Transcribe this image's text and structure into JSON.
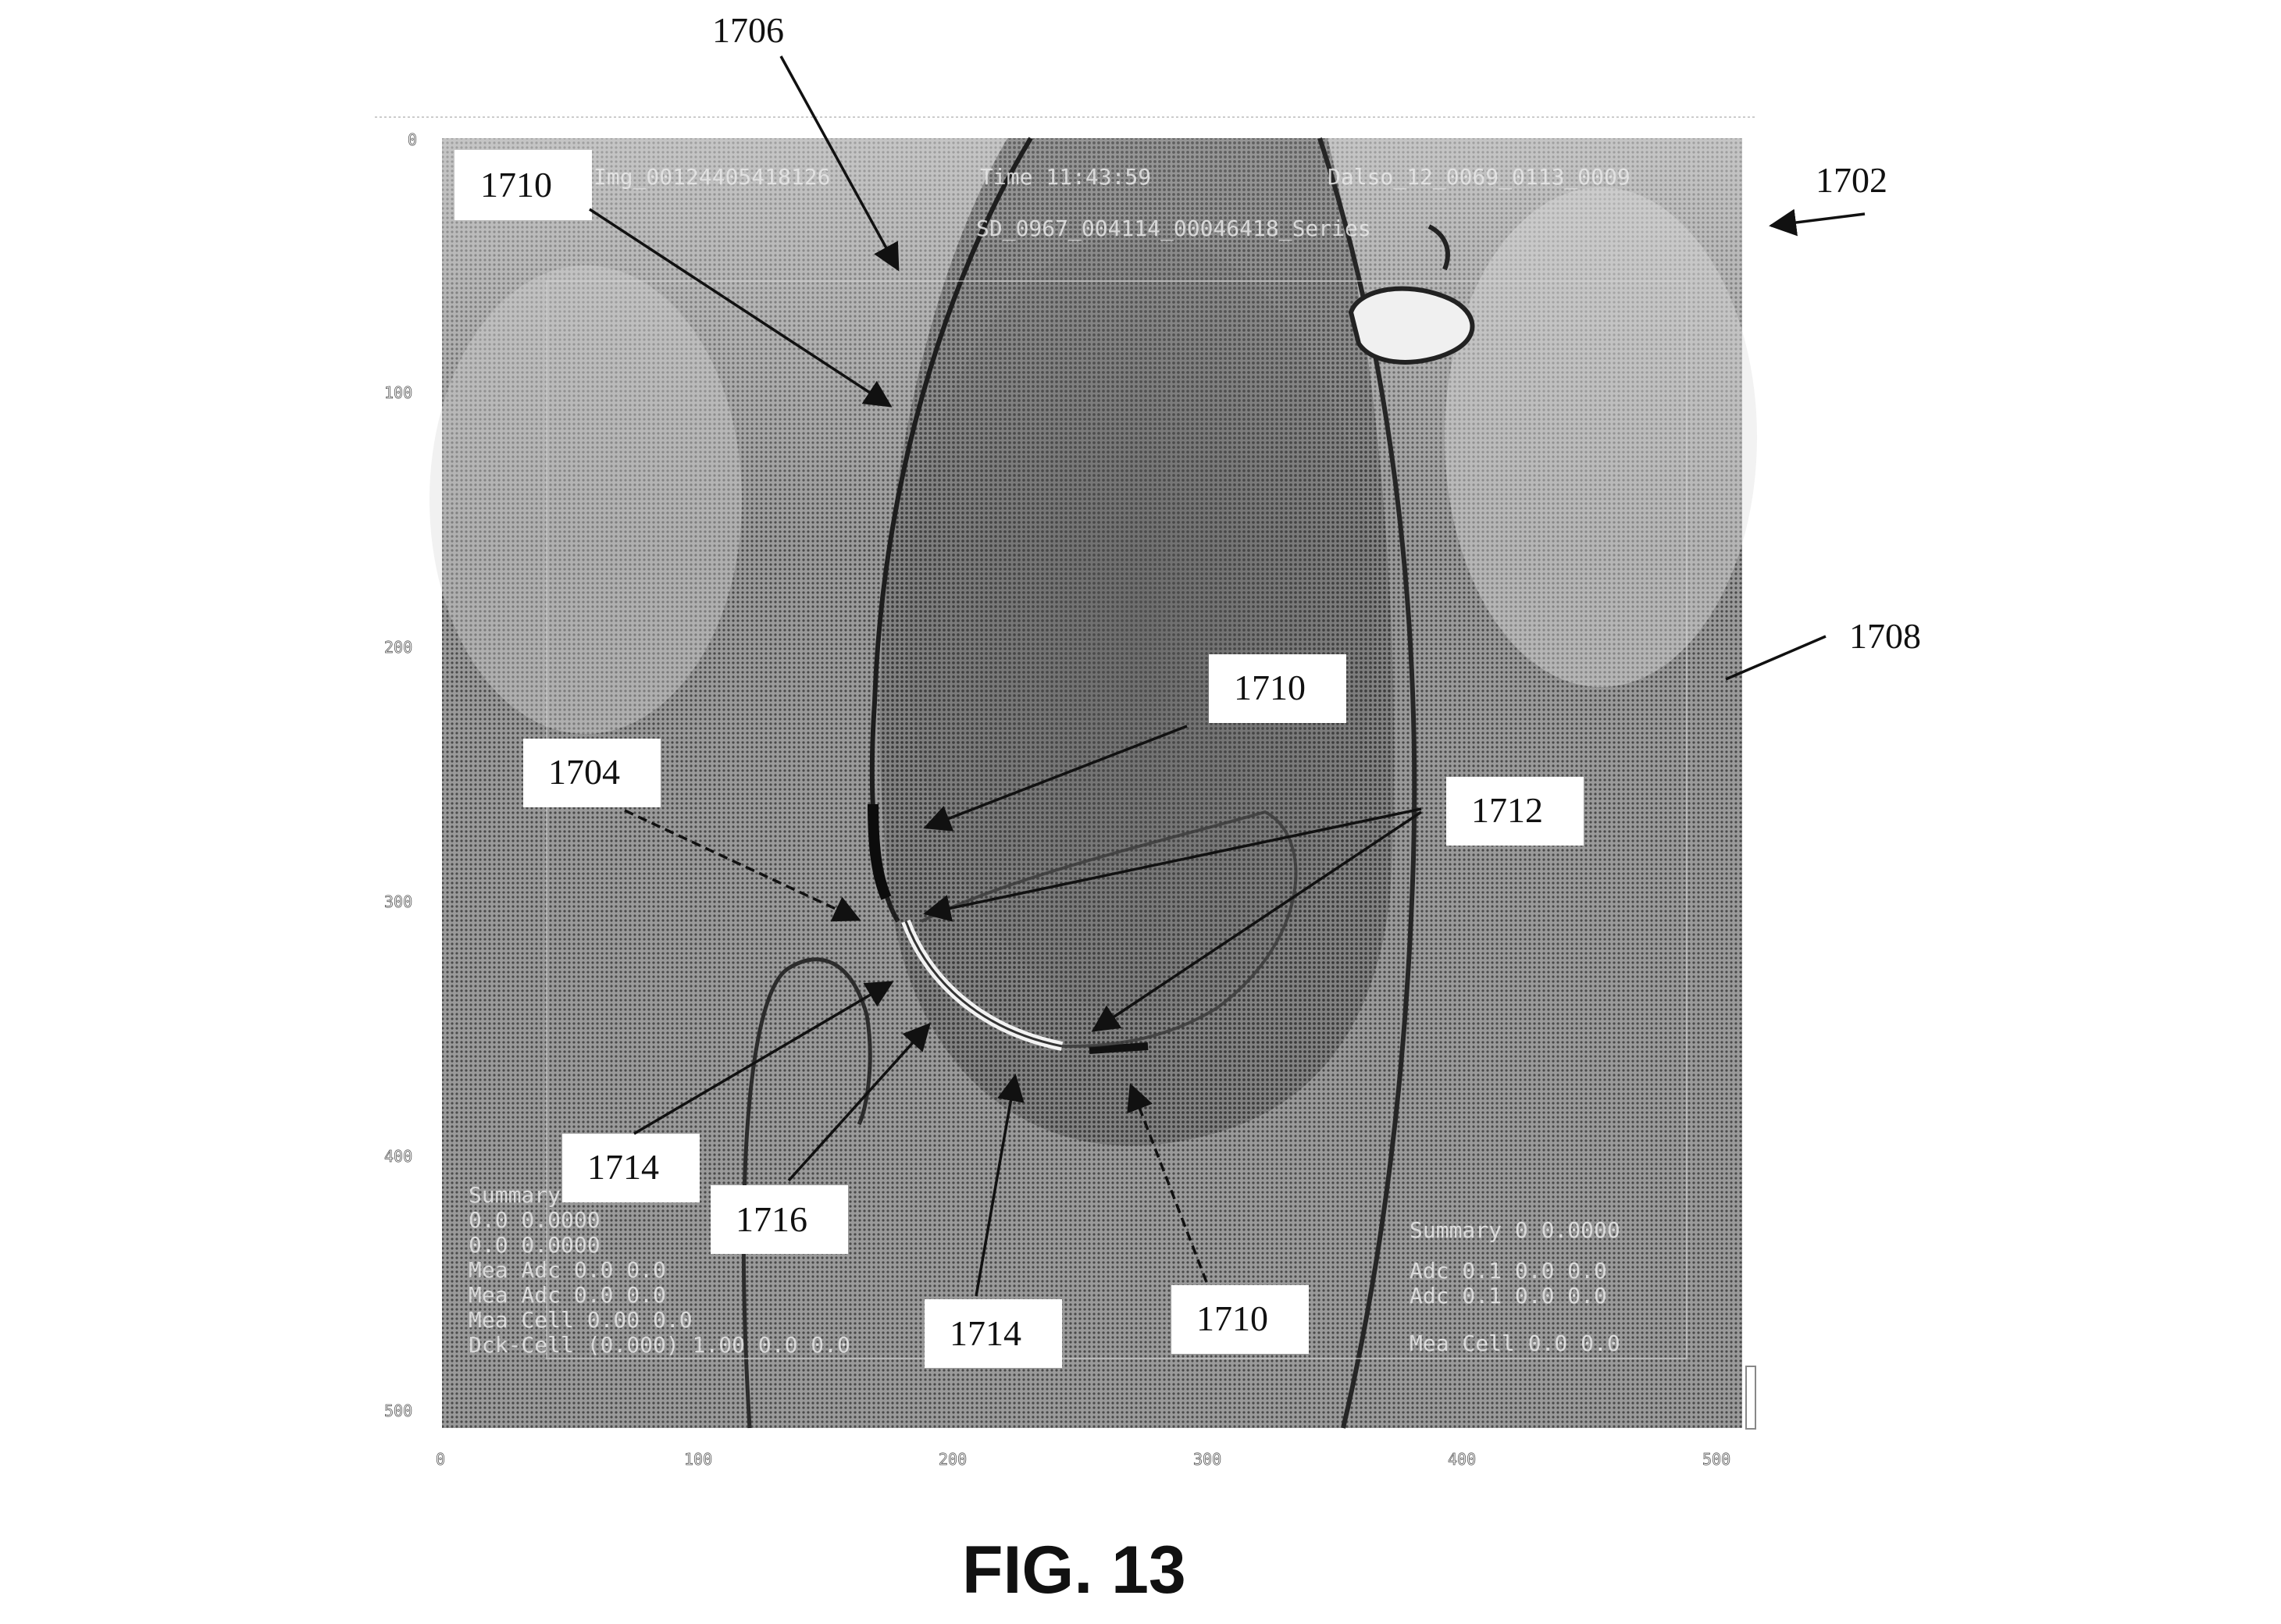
{
  "figure": {
    "caption": "FIG. 13",
    "ref_1702": "1702",
    "ref_1706": "1706",
    "ref_1708": "1708",
    "callouts": {
      "c1710_top": "1710",
      "c1710_mid": "1710",
      "c1710_bottom": "1710",
      "c1704": "1704",
      "c1712": "1712",
      "c1714_left": "1714",
      "c1714_bottom": "1714",
      "c1716": "1716"
    }
  },
  "image_axes": {
    "y_ticks": [
      "0",
      "100",
      "200",
      "300",
      "400",
      "500"
    ],
    "x_ticks": [
      "0",
      "100",
      "200",
      "300",
      "400",
      "500"
    ]
  },
  "overlay": {
    "top_left": "Img_00124405418126",
    "top_center": "Time 11:43:59",
    "top_right": "Dalso_12_0069_0113_0009",
    "second_line": "SD_0967_004114_00046418_Series",
    "bl_lines": [
      "Summary:",
      "0.0 0.0000",
      "0.0 0.0000",
      "Mea Adc 0.0 0.0",
      "Mea Adc 0.0 0.0",
      "Mea Cell 0.00 0.0",
      "Dck-Cell (0.000) 1.00 0.0 0.0"
    ],
    "br_lines": [
      "Summary 0 0.0000",
      "Adc 0.1 0.0 0.0",
      "Adc 0.1 0.0 0.0",
      "Mea Cell 0.0 0.0"
    ]
  },
  "colors": {
    "background": "#ffffff",
    "ink": "#111111",
    "image_mid_gray": "#7f7f7f"
  }
}
